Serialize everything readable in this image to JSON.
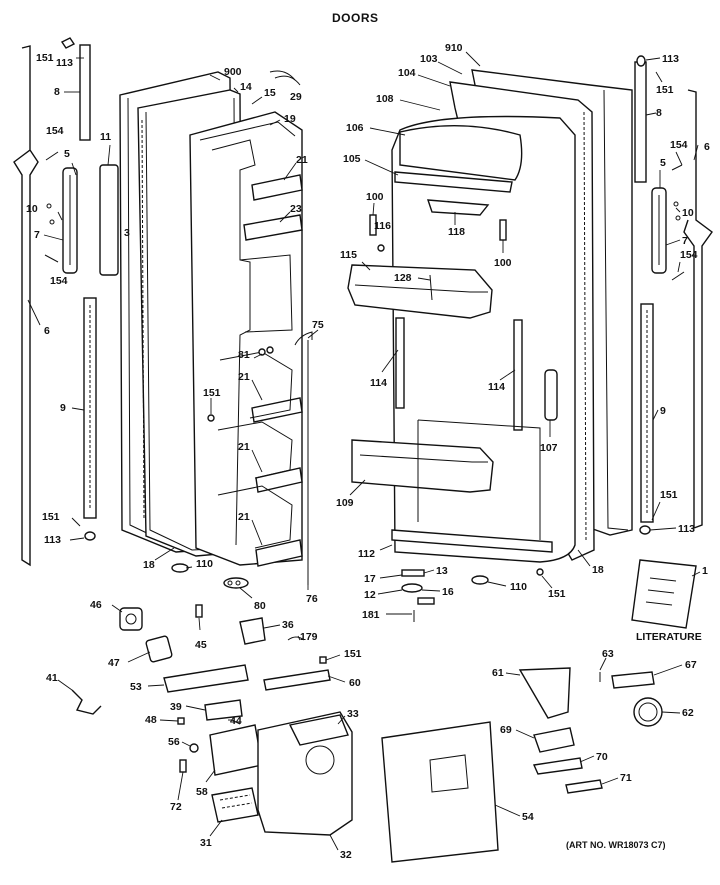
{
  "title": "DOORS",
  "literature_label": "LITERATURE",
  "art_number": "(ART NO. WR18073 C7)",
  "callouts": {
    "c900": "900",
    "c14": "14",
    "c29": "29",
    "c15": "15",
    "c19": "19",
    "c21a": "21",
    "c23": "23",
    "c81": "81",
    "c21b": "21",
    "c21c": "21",
    "c21d": "21",
    "c75": "75",
    "c151c": "151",
    "c18a": "18",
    "c110a": "110",
    "c80": "80",
    "c76": "76",
    "c151a": "151",
    "c113a": "113",
    "c8a": "8",
    "c154a": "154",
    "c11": "11",
    "c5a": "5",
    "c10a": "10",
    "c3": "3",
    "c7a": "7",
    "c154b": "154",
    "c6a": "6",
    "c9a": "9",
    "c151b": "151",
    "c113b": "113",
    "c910": "910",
    "c103": "103",
    "c104": "104",
    "c108": "108",
    "c106": "106",
    "c105": "105",
    "c100a": "100",
    "c116": "116",
    "c118": "118",
    "c100b": "100",
    "c115": "115",
    "c128": "128",
    "c114a": "114",
    "c114b": "114",
    "c107": "107",
    "c109": "109",
    "c112": "112",
    "c18b": "18",
    "c13": "13",
    "c17": "17",
    "c12": "12",
    "c16": "16",
    "c110b": "110",
    "c151d": "151",
    "c181": "181",
    "c113c": "113",
    "c151e": "151",
    "c8b": "8",
    "c6b": "6",
    "c154c": "154",
    "c5b": "5",
    "c10b": "10",
    "c7b": "7",
    "c154d": "154",
    "c9b": "9",
    "c151f": "151",
    "c113d": "113",
    "c1": "1",
    "c46": "46",
    "c45": "45",
    "c36": "36",
    "c179": "179",
    "c151g": "151",
    "c47": "47",
    "c41": "41",
    "c53": "53",
    "c60": "60",
    "c39": "39",
    "c44": "44",
    "c48": "48",
    "c33": "33",
    "c56": "56",
    "c72": "72",
    "c58": "58",
    "c31": "31",
    "c32": "32",
    "c54": "54",
    "c61": "61",
    "c63": "63",
    "c67": "67",
    "c62": "62",
    "c69": "69",
    "c70": "70",
    "c71": "71"
  },
  "colors": {
    "ink": "#111111",
    "paper": "#ffffff"
  }
}
